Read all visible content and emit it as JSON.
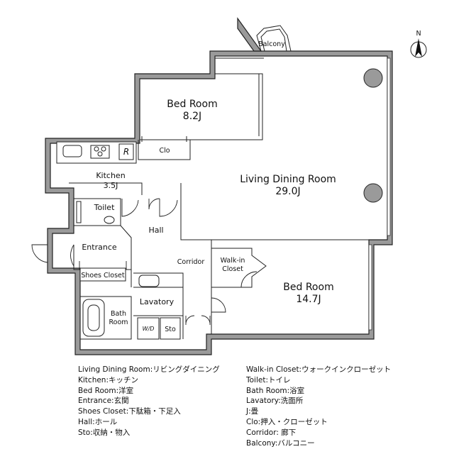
{
  "rooms": {
    "living": {
      "name": "Living Dining Room",
      "size": "29.0J"
    },
    "bed1": {
      "name": "Bed Room",
      "size": "8.2J"
    },
    "bed2": {
      "name": "Bed Room",
      "size": "14.7J"
    },
    "kitchen": {
      "name": "Kitchen",
      "size": "3.5J"
    },
    "toilet": "Toilet",
    "hall": "Hall",
    "entrance": "Entrance",
    "shoes": "Shoes Closet",
    "corridor": "Corridor",
    "walkin_1": "Walk-in",
    "walkin_2": "Closet",
    "lavatory": "Lavatory",
    "bath_1": "Bath",
    "bath_2": "Room",
    "wd": "W/D",
    "sto": "Sto",
    "clo": "Clo",
    "balcony": "Balcony",
    "fridge": "R"
  },
  "compass": {
    "label": "N"
  },
  "legend": {
    "left": [
      "Living Dining Room:リビングダイニング",
      "Kitchen:キッチン",
      "Bed Room:洋室",
      "Entrance:玄関",
      "Shoes Closet:下駄箱・下足入",
      "Hall:ホール",
      "Sto:収納・物入"
    ],
    "right": [
      "Walk-in Closet:ウォークインクローゼット",
      "Toilet:トイレ",
      "Bath Room:浴室",
      "Lavatory:洗面所",
      "J:畳",
      "Clo:押入・クローゼット",
      "Corridor: 廊下",
      "Balcony:バルコニー"
    ]
  }
}
